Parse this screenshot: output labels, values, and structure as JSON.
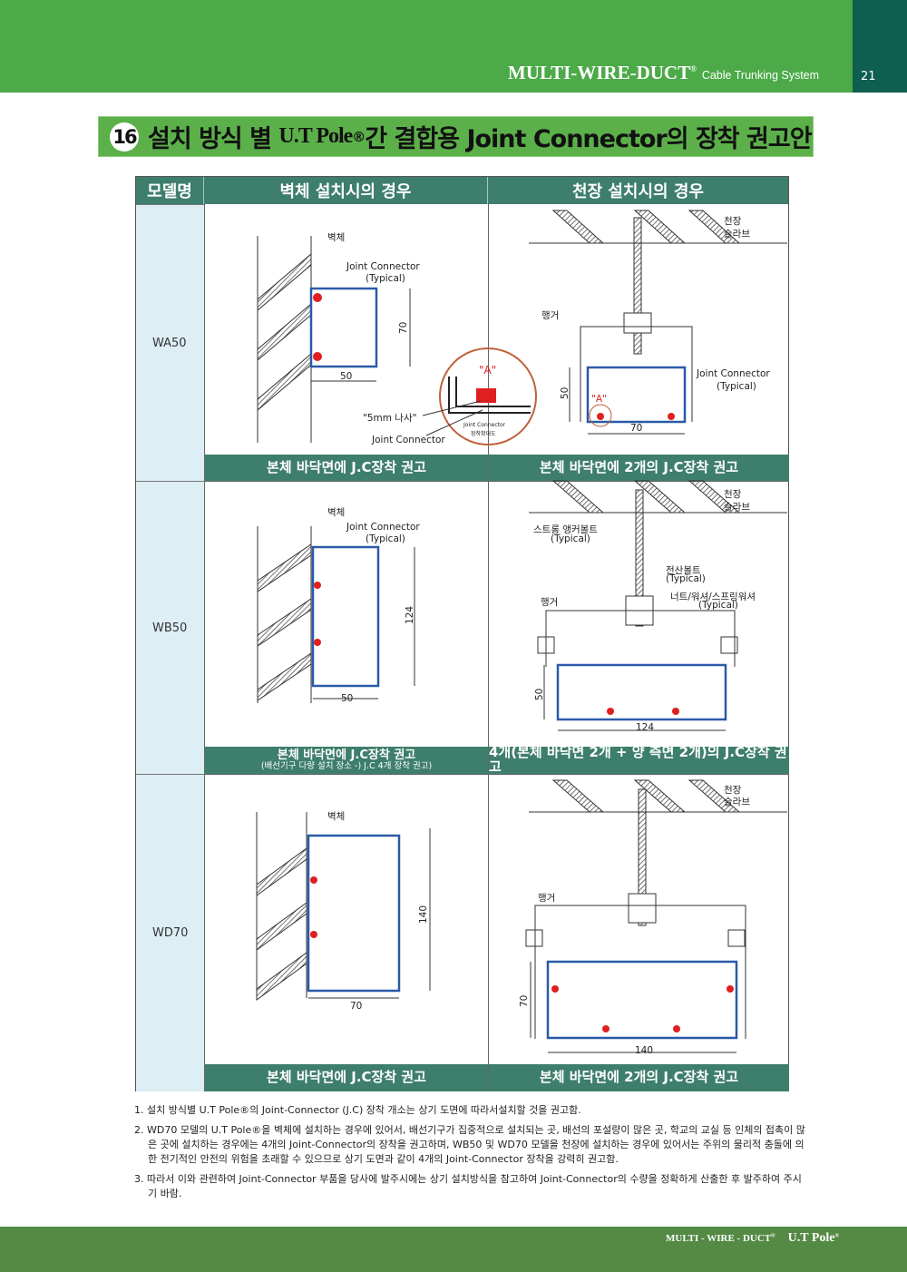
{
  "header": {
    "brand": "MULTI-WIRE-DUCT",
    "reg": "®",
    "subtitle": "Cable Trunking System",
    "page": "21"
  },
  "title": {
    "number": "16",
    "part1": "설치 방식 별 ",
    "ut": "U.T Pole",
    "reg": "®",
    "part2": "간 결합용 Joint Connector의 장착 권고안"
  },
  "table": {
    "headers": [
      "모델명",
      "벽체 설치시의 경우",
      "천장 설치시의 경우"
    ],
    "rows": [
      {
        "model": "WA50",
        "wall_caption": "본체 바닥면에 J.C장착 권고",
        "wall_caption_sub": "",
        "ceiling_caption": "본체 바닥면에 2개의 J.C장착 권고"
      },
      {
        "model": "WB50",
        "wall_caption": "본체 바닥면에 J.C장착 권고",
        "wall_caption_sub": "(배선기구 다량 설치 장소 -) J.C 4개 장착 권고)",
        "ceiling_caption": "4개(본체 바닥면 2개 + 양 측면 2개)의 J.C장착 권고"
      },
      {
        "model": "WD70",
        "wall_caption": "본체 바닥면에 J.C장착 권고",
        "wall_caption_sub": "",
        "ceiling_caption": "본체 바닥면에 2개의 J.C장착 권고"
      }
    ]
  },
  "drawings": {
    "wa50_wall": {
      "wall": "벽체",
      "jc": "Joint Connector",
      "typical": "(Typical)",
      "width": "50",
      "height": "70",
      "screw": "\"5mm 나사\"",
      "jc2": "Joint Connector",
      "detail_mark": "\"A\"",
      "detail_jc": "Joint Connector",
      "detail_label": "장착확대도"
    },
    "wa50_ceiling": {
      "slab1": "천장",
      "slab2": "슬라브",
      "hanger": "행거",
      "jc": "Joint Connector",
      "typical": "(Typical)",
      "height": "50",
      "mark": "\"A\"",
      "width": "70"
    },
    "wb50_wall": {
      "wall": "벽체",
      "jc": "Joint Connector",
      "typical": "(Typical)",
      "height": "124",
      "width": "50"
    },
    "wb50_ceiling": {
      "slab1": "천장",
      "slab2": "슬라브",
      "anchor": "스트롱 앵커볼트",
      "anchor_typ": "(Typical)",
      "bolt": "전산볼트",
      "bolt_typ": "(Typical)",
      "nut": "너트/워셔/스프링워셔",
      "nut_typ": "(Typical)",
      "hanger": "행거",
      "height": "50",
      "width": "124"
    },
    "wd70_wall": {
      "wall": "벽체",
      "height": "140",
      "width": "70"
    },
    "wd70_ceiling": {
      "slab1": "천장",
      "slab2": "슬라브",
      "hanger": "행거",
      "height": "70",
      "width": "140"
    }
  },
  "notes": [
    "1. 설치 방식별 U.T Pole®의 Joint-Connector (J.C) 장착 개소는 상기 도면에 따라서설치할 것을 권고함.",
    "2. WD70 모델의 U.T Pole®을 벽체에 설치하는 경우에 있어서, 배선기구가 집중적으로 설치되는 곳, 배선의 포설량이 많은 곳, 학교의 교실 등 인체의 접촉이 많은 곳에 설치하는 경우에는 4개의 Joint-Connector의 장착을 권고하며, WB50 및 WD70 모델을 천장에 설치하는 경우에 있어서는 주위의 물리적 충돌에 의한 전기적인 안전의 위험을 초래할 수 있으므로 상기 도면과 같이 4개의 Joint-Connector 장착을 강력히 권고함.",
    "3. 따라서 이와 관련하여 Joint-Connector 부품을 당사에 발주시에는 상기 설치방식을 참고하여 Joint-Connector의 수량을 정확하게 산출한 후 발주하여 주시기 바람."
  ],
  "footer": {
    "brand": "MULTI - WIRE - DUCT",
    "reg": "®",
    "product": "U.T Pole",
    "product_reg": "®"
  },
  "colors": {
    "green": "#4caa48",
    "teal": "#3e7e6c",
    "dark": "#0f5f50",
    "footer": "#548a44",
    "duct": "#2a5aa8",
    "connector": "#e02020"
  }
}
